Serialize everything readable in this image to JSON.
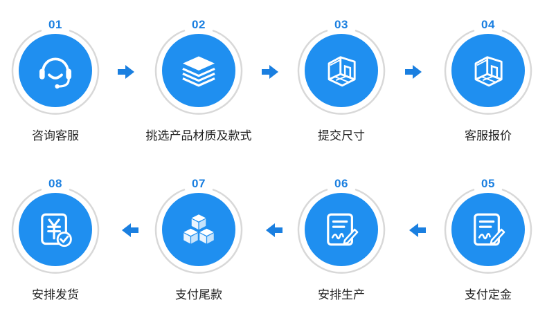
{
  "colors": {
    "accent": "#1a7fe0",
    "circle_fill": "#1f8ff0",
    "ring": "#d8d8d8",
    "arrow": "#1a7fe0",
    "text": "#222222"
  },
  "steps": [
    {
      "num": "01",
      "label": "咨询客服",
      "icon": "headset-icon"
    },
    {
      "num": "02",
      "label": "挑选产品材质及款式",
      "icon": "layers-icon"
    },
    {
      "num": "03",
      "label": "提交尺寸",
      "icon": "room-icon"
    },
    {
      "num": "04",
      "label": "客服报价",
      "icon": "room-icon"
    },
    {
      "num": "05",
      "label": "支付定金",
      "icon": "contract-sign-icon"
    },
    {
      "num": "06",
      "label": "安排生产",
      "icon": "contract-sign-icon"
    },
    {
      "num": "07",
      "label": "支付尾款",
      "icon": "boxes-icon"
    },
    {
      "num": "08",
      "label": "安排发货",
      "icon": "yuan-receipt-icon"
    }
  ]
}
